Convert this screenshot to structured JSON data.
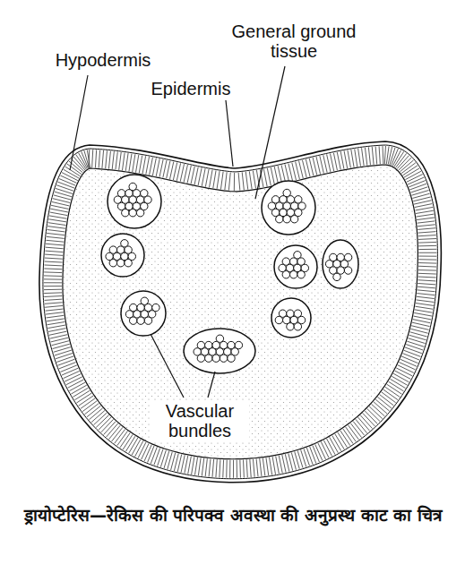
{
  "diagram": {
    "caption": "ड्रायोप्टेरिस—रेकिस की परिपक्व अवस्था की अनुप्रस्थ काट का चित्र",
    "labels": [
      "Hypodermis",
      "General ground tissue",
      "Epidermis",
      "Vascular bundles"
    ]
  }
}
